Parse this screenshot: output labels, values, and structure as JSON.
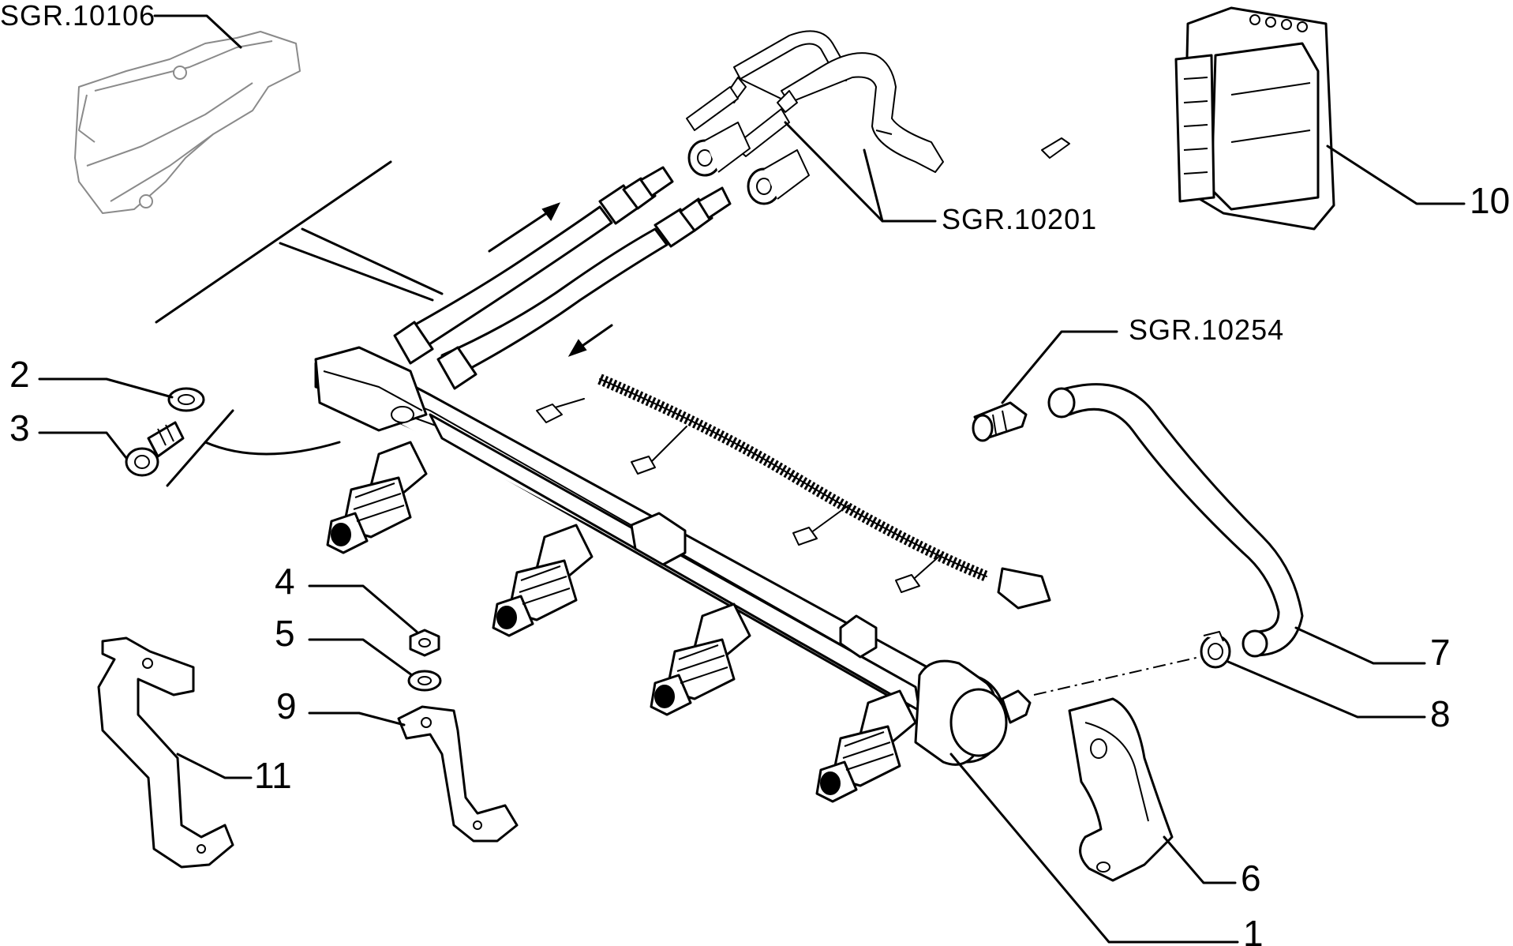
{
  "references": {
    "sgr_10106": "SGR.10106",
    "sgr_10201": "SGR.10201",
    "sgr_10254": "SGR.10254"
  },
  "parts": {
    "p1": "1",
    "p2": "2",
    "p3": "3",
    "p4": "4",
    "p5": "5",
    "p6": "6",
    "p7": "7",
    "p8": "8",
    "p9": "9",
    "p10": "10",
    "p11": "11"
  }
}
